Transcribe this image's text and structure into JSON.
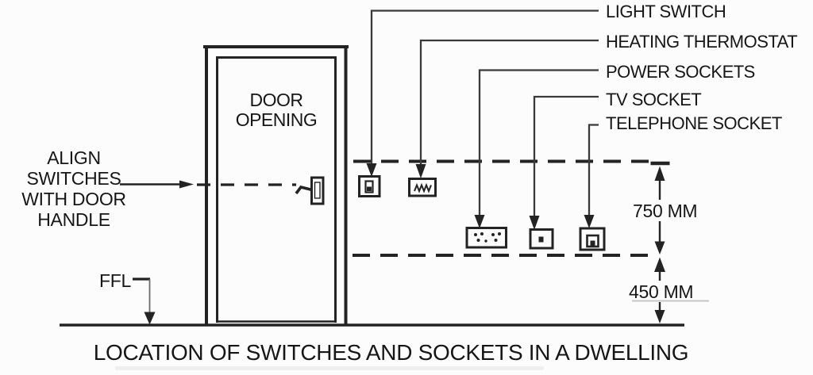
{
  "title": "LOCATION OF SWITCHES AND SOCKETS IN A DWELLING",
  "door": {
    "opening_label": "DOOR\nOPENING"
  },
  "annotations": {
    "align_switches_note": "ALIGN\nSWITCHES\nWITH DOOR\nHANDLE",
    "ffl_label": "FFL"
  },
  "device_labels": [
    {
      "text": "LIGHT SWITCH"
    },
    {
      "text": "HEATING THERMOSTAT"
    },
    {
      "text": "POWER SOCKETS"
    },
    {
      "text": "TV SOCKET"
    },
    {
      "text": "TELEPHONE SOCKET"
    }
  ],
  "dimensions": {
    "switches_above_sockets": "750 MM",
    "sockets_above_floor": "450 MM"
  },
  "colors": {
    "ink": "#232323",
    "paper": "#fcfcfc"
  }
}
